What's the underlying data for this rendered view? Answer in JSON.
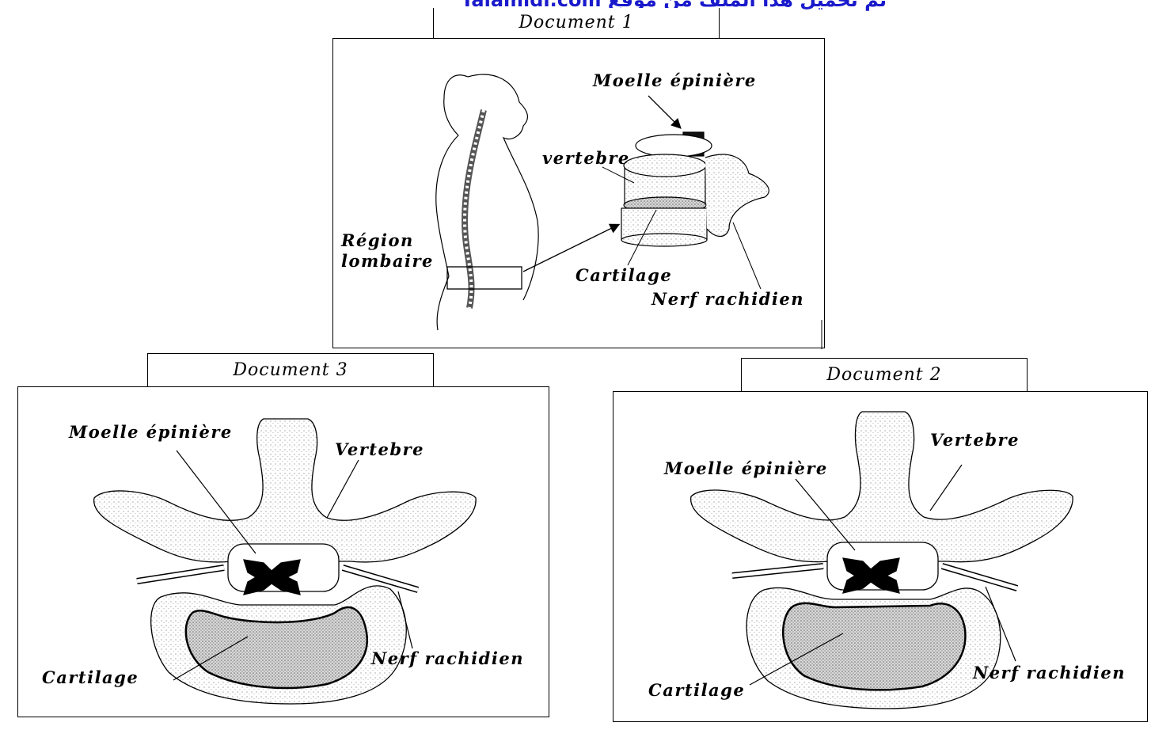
{
  "banner": {
    "text": "تم تحميل هذا الملف من موقع  Talamidi.com",
    "color": "#1a1acc"
  },
  "doc1": {
    "title": "Document 1",
    "labels": {
      "moelle": "Moelle épinière",
      "vertebre": "vertebre",
      "region": "Région",
      "lombaire": "lombaire",
      "cartilage": "Cartilage",
      "nerf": "Nerf rachidien"
    }
  },
  "doc2": {
    "title": "Document 2",
    "labels": {
      "vertebre": "Vertebre",
      "moelle": "Moelle épinière",
      "cartilage": "Cartilage",
      "nerf": "Nerf rachidien"
    }
  },
  "doc3": {
    "title": "Document 3",
    "labels": {
      "moelle": "Moelle épinière",
      "vertebre": "Vertebre",
      "cartilage": "Cartilage",
      "nerf": "Nerf rachidien"
    }
  }
}
